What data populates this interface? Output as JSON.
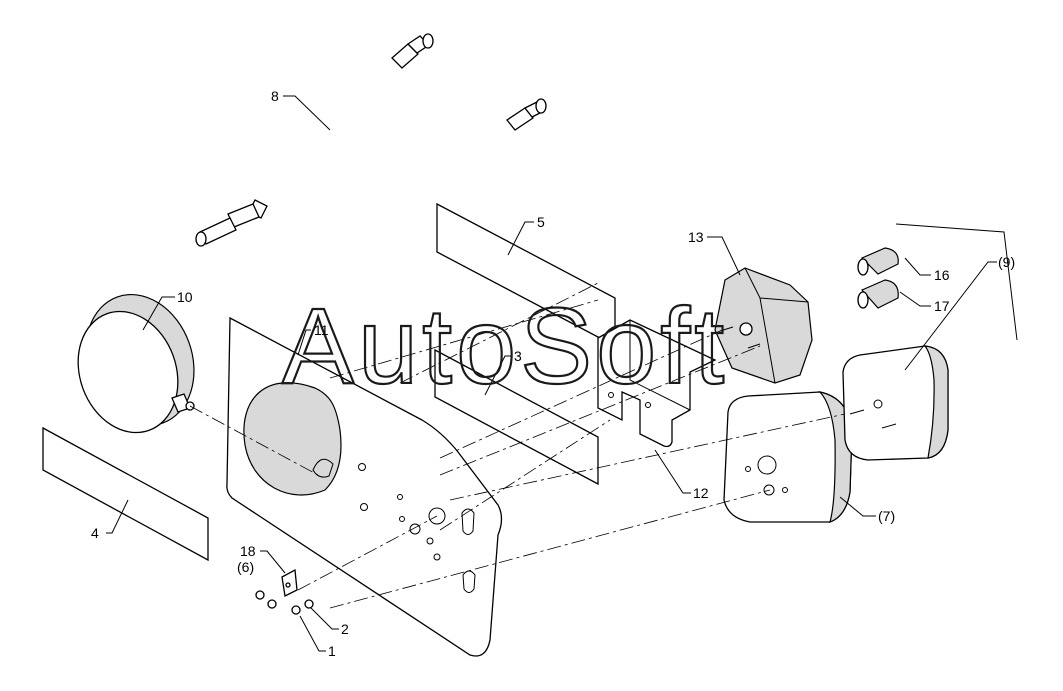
{
  "watermark": "AutoSoft",
  "callouts": {
    "c1": "1",
    "c2": "2",
    "c3": "3",
    "c4": "4",
    "c5": "5",
    "c7": "(7)",
    "c8": "8",
    "c9": "(9)",
    "c10": "10",
    "c11": "11",
    "c12": "12",
    "c13": "13",
    "c16": "16",
    "c17": "17",
    "c18": "18",
    "c6": "(6)"
  }
}
